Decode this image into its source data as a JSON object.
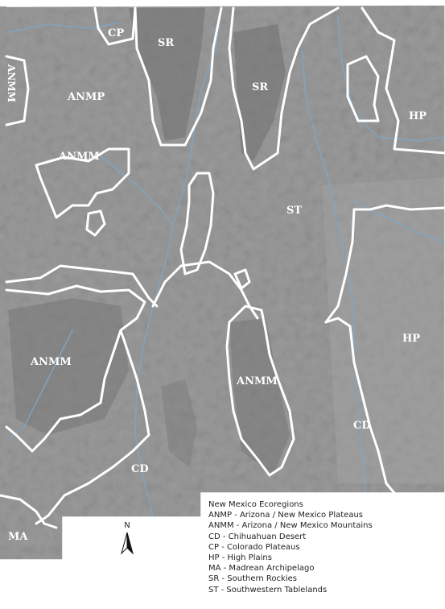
{
  "map": {
    "labels": {
      "cp": "CP",
      "sr_west": "SR",
      "sr_east": "SR",
      "anmm_edge": "ANMM",
      "anmp": "ANMP",
      "anmm_north": "ANMM",
      "hp_north": "HP",
      "st": "ST",
      "hp_east": "HP",
      "anmm_west": "ANMM",
      "anmm_central": "ANMM",
      "cd_east": "CD",
      "cd_south": "CD",
      "ma": "MA"
    },
    "colors": {
      "terrain": "#8f8f8f",
      "terrain_dark": "#6f6f6f",
      "terrain_light": "#a8a8a8",
      "boundary": "#ffffff",
      "river": "#7fa6c4",
      "background": "#ffffff"
    }
  },
  "compass": {
    "letter": "N",
    "icon": "north-arrow-icon"
  },
  "legend": {
    "title": "New Mexico Ecoregions",
    "items": [
      "ANMP - Arizona / New Mexico Plateaus",
      "ANMM - Arizona / New Mexico Mountains",
      "CD - Chihuahuan Desert",
      "CP - Colorado Plateaus",
      "HP - High Plains",
      "MA - Madrean Archipelago",
      "SR - Southern Rockies",
      "ST - Southwestern Tablelands"
    ]
  }
}
